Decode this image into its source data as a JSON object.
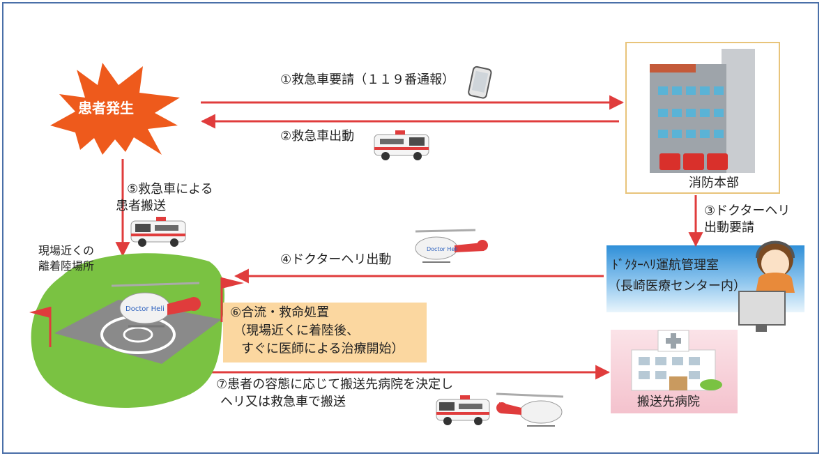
{
  "nodes": {
    "patient": "患者発生",
    "fire_hq": "消防本部",
    "landing_site": [
      "現場近くの",
      "離着陸場所"
    ],
    "control_room": [
      "ﾄﾞｸﾀｰﾍﾘ運航管理室",
      "（長崎医療センター内）"
    ],
    "hospital": "搬送先病院"
  },
  "steps": {
    "s1": "①救急車要請（１１９番通報）",
    "s2": "②救急車出動",
    "s3": [
      "③ドクターヘリ",
      "出動要請"
    ],
    "s4": "④ドクターヘリ出動",
    "s5": [
      "⑤救急車による",
      "患者搬送"
    ],
    "s6": [
      "⑥合流・救命処置",
      "（現場近くに着陸後、",
      "すぐに医師による治療開始）"
    ],
    "s7": [
      "⑦患者の容態に応じて搬送先病院を決定し",
      "ヘリ又は救急車で搬送"
    ]
  },
  "vehicle_text": {
    "heli": "Doctor Heli"
  },
  "colors": {
    "arrow": "#e03c3c",
    "burst": "#ee5a1c",
    "frame": "#4a6fa8",
    "grass": "#7ac242",
    "pad": "#8a8a8a",
    "treat_box": "#fbd7a0"
  },
  "icons": [
    "explosion-burst-icon",
    "smartphone-icon",
    "ambulance-icon",
    "fire-station-building-icon",
    "helicopter-icon",
    "operator-headset-icon",
    "hospital-building-icon",
    "heliport-pad-icon",
    "flag-icon"
  ]
}
